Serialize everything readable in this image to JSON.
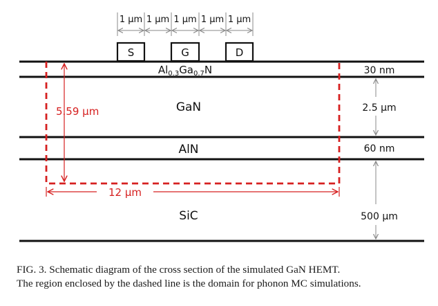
{
  "pitch_labels": [
    "1 µm",
    "1 µm",
    "1 µm",
    "1 µm",
    "1 µm"
  ],
  "contacts": {
    "source": "S",
    "gate": "G",
    "drain": "D"
  },
  "layers": {
    "algan": {
      "name_base1": "Al",
      "sub1": "0.3",
      "name_base2": "Ga",
      "sub2": "0.7",
      "name_base3": "N",
      "thickness": "30 nm"
    },
    "gan": {
      "name": "GaN",
      "thickness": "2.5 µm"
    },
    "aln": {
      "name": "AlN",
      "thickness": "60 nm"
    },
    "sic": {
      "name": "SiC",
      "thickness": "500 µm"
    }
  },
  "domain": {
    "height": "5.59 µm",
    "width": "12 µm"
  },
  "caption": {
    "line1": "FIG. 3. Schematic diagram of the cross section of the simulated GaN HEMT.",
    "line2": "The region enclosed by the dashed line is the domain for phonon MC simulations."
  },
  "colors": {
    "domain_dash": "#d62020",
    "line": "#111111",
    "arrow_gray": "#8a8a8a"
  }
}
